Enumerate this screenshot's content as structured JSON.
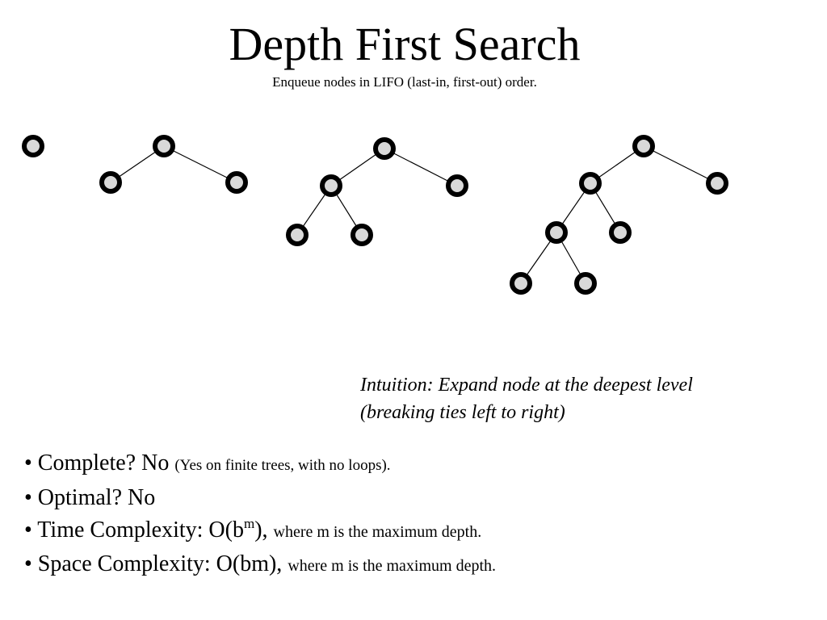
{
  "slide": {
    "title": "Depth First Search",
    "subtitle": "Enqueue nodes in LIFO (last-in, first-out) order."
  },
  "intuition": {
    "line1": "Intuition: Expand node at the deepest level",
    "line2": "(breaking ties left to right)"
  },
  "bullets": {
    "complete": {
      "label": "• Complete? No",
      "note": "(Yes on finite trees, with no loops)."
    },
    "optimal": {
      "label": "• Optimal? No"
    },
    "time": {
      "label": "• Time Complexity: O(b",
      "sup": "m",
      "close": "),",
      "note": "where m is the maximum depth."
    },
    "space": {
      "label": "• Space Complexity: O(bm),",
      "note": "where m is the maximum depth."
    }
  },
  "colors": {
    "node_stroke": "#000000",
    "node_fill": "#d9d9d9",
    "edge": "#000000",
    "background": "#ffffff"
  }
}
